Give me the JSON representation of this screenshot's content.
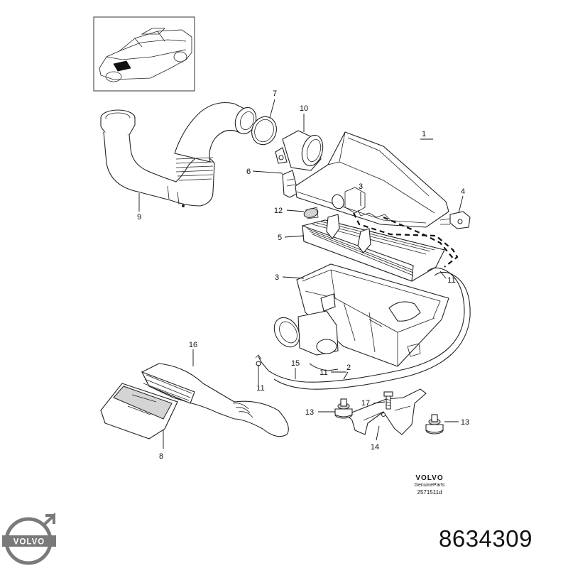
{
  "callouts": {
    "c1": "1",
    "c2": "2",
    "c3a": "3",
    "c3b": "3",
    "c4": "4",
    "c5": "5",
    "c6": "6",
    "c7": "7",
    "c8": "8",
    "c9": "9",
    "c10": "10",
    "c11a": "11",
    "c11b": "11",
    "c11c": "11",
    "c12": "12",
    "c13a": "13",
    "c13b": "13",
    "c14": "14",
    "c15": "15",
    "c16": "16",
    "c17": "17"
  },
  "genuine_label": {
    "brand": "VOLVO",
    "subtitle": "GenuineParts",
    "code": "2571511d"
  },
  "logo": {
    "text": "VOLVO",
    "color": "#7a7a7a"
  },
  "part_number": "8634309"
}
